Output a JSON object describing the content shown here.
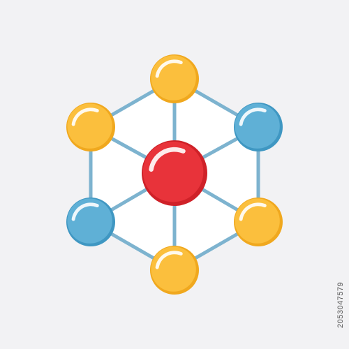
{
  "side_text": "2053047579",
  "colors": {
    "background": "#f2f2f4",
    "edge": "#7db3cf",
    "hex_fill": "#ffffff",
    "yellow": "#fbbf3d",
    "yellow_shade": "#f0a81e",
    "blue": "#5fb0d6",
    "blue_shade": "#3f97c2",
    "red": "#e8333a",
    "red_shade": "#cf2128"
  },
  "nodes": [
    {
      "name": "top-node",
      "color": "yellow"
    },
    {
      "name": "upper-right-node",
      "color": "blue"
    },
    {
      "name": "lower-right-node",
      "color": "yellow"
    },
    {
      "name": "bottom-node",
      "color": "yellow"
    },
    {
      "name": "lower-left-node",
      "color": "blue"
    },
    {
      "name": "upper-left-node",
      "color": "yellow"
    },
    {
      "name": "center-node",
      "color": "red"
    }
  ]
}
